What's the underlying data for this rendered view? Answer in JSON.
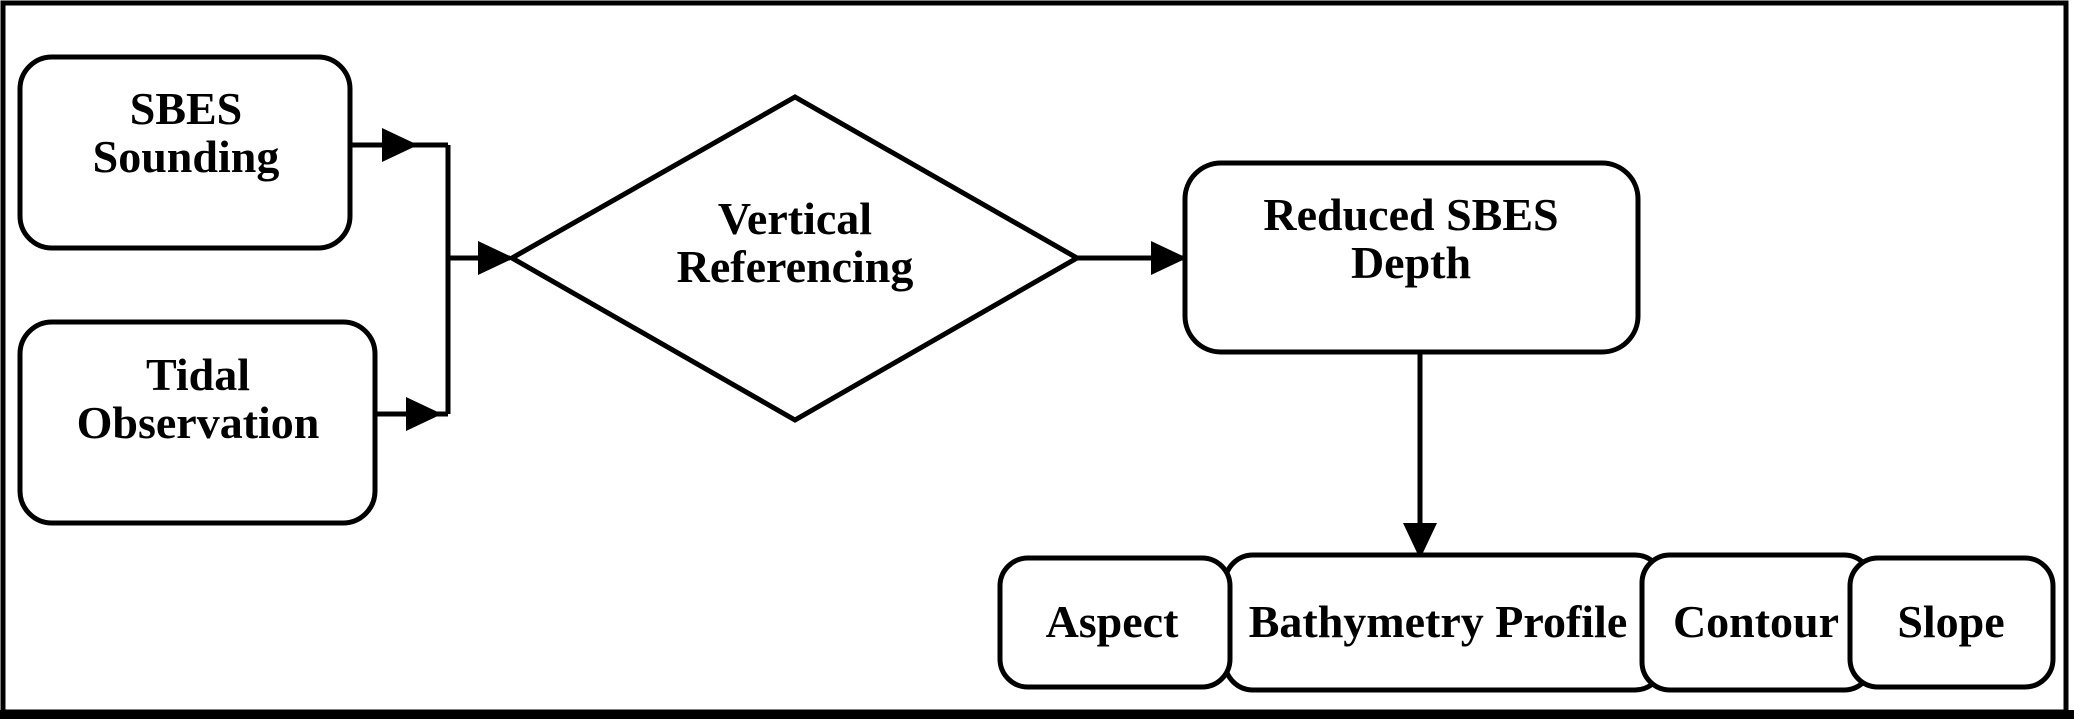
{
  "colors": {
    "stroke": "#000000",
    "node_fill": "#ffffff",
    "text": "#000000",
    "background": "#ffffff"
  },
  "nodes": {
    "sbes_sounding": {
      "label": "SBES Sounding",
      "lines": [
        "SBES",
        "Sounding"
      ],
      "shape": "rounded-rect"
    },
    "tidal_observation": {
      "label": "Tidal Observation",
      "lines": [
        "Tidal",
        "Observation"
      ],
      "shape": "rounded-rect"
    },
    "vertical_referencing": {
      "label": "Vertical Referencing",
      "lines": [
        "Vertical",
        "Referencing"
      ],
      "shape": "diamond"
    },
    "reduced_sbes_depth": {
      "label": "Reduced SBES Depth",
      "lines": [
        "Reduced SBES",
        "Depth"
      ],
      "shape": "rounded-rect"
    },
    "aspect": {
      "label": "Aspect",
      "shape": "rounded-rect"
    },
    "bathymetry_profile": {
      "label": "Bathymetry Profile",
      "shape": "rounded-rect"
    },
    "contour": {
      "label": "Contour",
      "shape": "rounded-rect"
    },
    "slope": {
      "label": "Slope",
      "shape": "rounded-rect"
    }
  },
  "edges": [
    {
      "from": "SBES Sounding",
      "to": "Vertical Referencing",
      "arrow": true
    },
    {
      "from": "Tidal Observation",
      "to": "Vertical Referencing",
      "arrow": true
    },
    {
      "from": "Vertical Referencing",
      "to": "Reduced SBES Depth",
      "arrow": true
    },
    {
      "from": "Reduced SBES Depth",
      "to": "Bathymetry Profile",
      "arrow": true
    }
  ]
}
